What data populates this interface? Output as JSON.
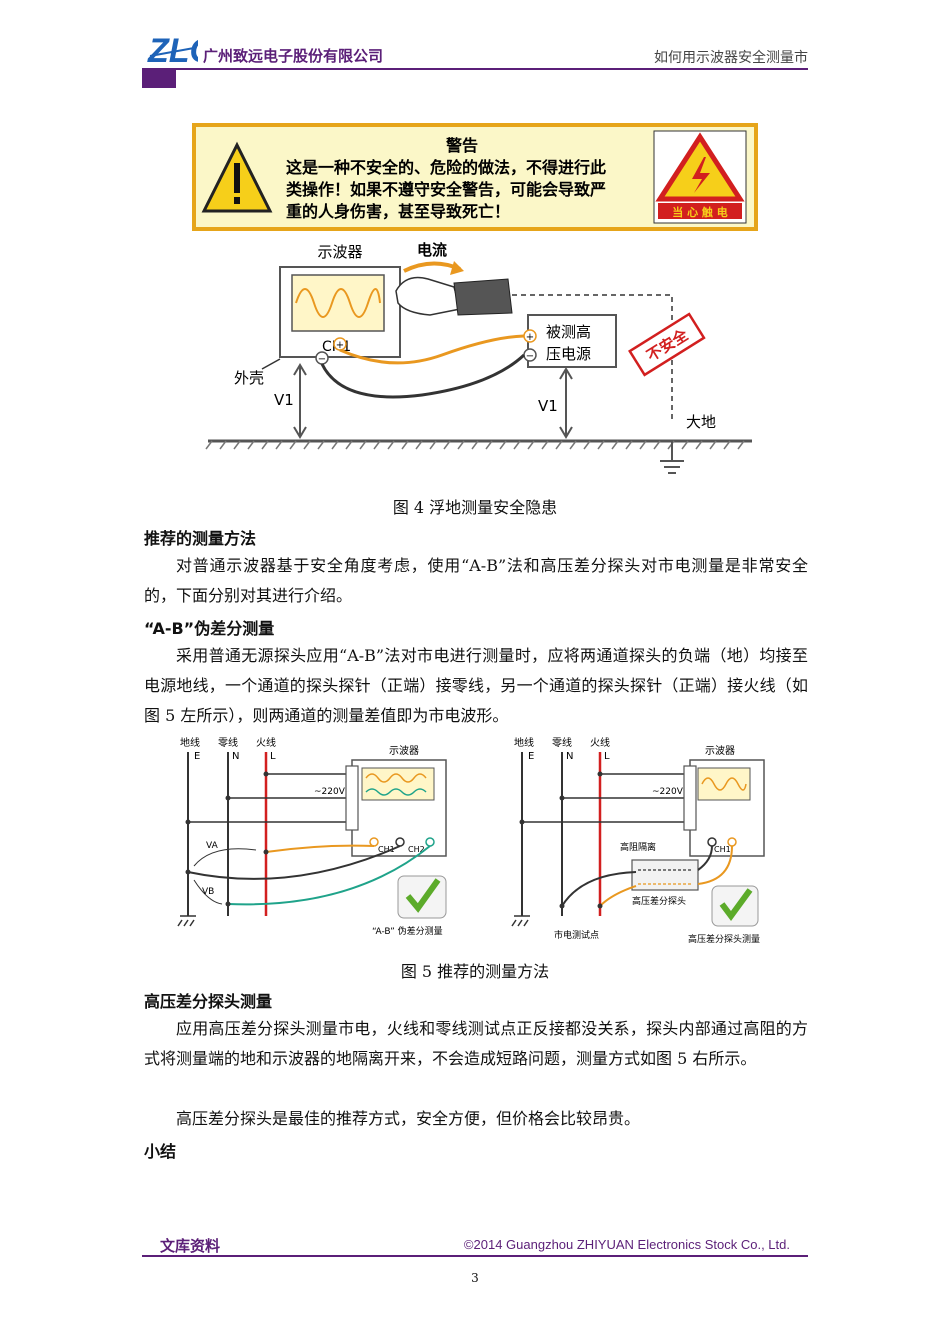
{
  "header": {
    "company": "广州致远电子股份有限公司",
    "doc_title": "如何用示波器安全测量市"
  },
  "figure4": {
    "warning_title": "警告",
    "warning_line1": "这是一种不安全的、危险的做法，不得进行此",
    "warning_line2": "类操作！如果不遵守安全警告，可能会导致严",
    "warning_line3": "重的人身伤害，甚至导致死亡！",
    "danger_sign": "当 心 触 电",
    "scope_label": "示波器",
    "current_label": "电流",
    "ch1": "CH1",
    "source_label_1": "被测高",
    "source_label_2": "压电源",
    "unsafe": "不安全",
    "shell": "外壳",
    "v1": "V1",
    "earth": "大地",
    "caption": "图 4  浮地测量安全隐患"
  },
  "section1": {
    "heading": "推荐的测量方法",
    "para": "对普通示波器基于安全角度考虑，使用“A-B”法和高压差分探头对市电测量是非常安全的，下面分别对其进行介绍。"
  },
  "section2": {
    "heading": "“A-B”伪差分测量",
    "para": "采用普通无源探头应用“A-B”法对市电进行测量时，应将两通道探头的负端（地）均接至电源地线，一个通道的探头探针（正端）接零线，另一个通道的探头探针（正端）接火线（如图 5 左所示），则两通道的测量差值即为市电波形。"
  },
  "figure5": {
    "earth_line": "地线",
    "neutral_line": "零线",
    "live_line": "火线",
    "e": "E",
    "n": "N",
    "l": "L",
    "scope": "示波器",
    "voltage": "~220V",
    "ch1": "CH1",
    "ch2": "CH2",
    "va": "VA",
    "vb": "VB",
    "left_label": "“A-B” 伪差分测量",
    "isolation": "高阻隔离",
    "hv_probe": "高压差分探头",
    "test_point": "市电测试点",
    "right_label": "高压差分探头测量",
    "caption": "图 5  推荐的测量方法"
  },
  "section3": {
    "heading": "高压差分探头测量",
    "para1": "应用高压差分探头测量市电，火线和零线测试点正反接都没关系，探头内部通过高阻的方式将测量端的地和示波器的地隔离开来，不会造成短路问题，测量方式如图 5 右所示。",
    "para2": "高压差分探头是最佳的推荐方式，安全方便，但价格会比较昂贵。"
  },
  "section4": {
    "heading": "小结"
  },
  "footer": {
    "left": "文库资料",
    "right": "©2014 Guangzhou ZHIYUAN Electronics Stock Co., Ltd.",
    "page": "3"
  }
}
